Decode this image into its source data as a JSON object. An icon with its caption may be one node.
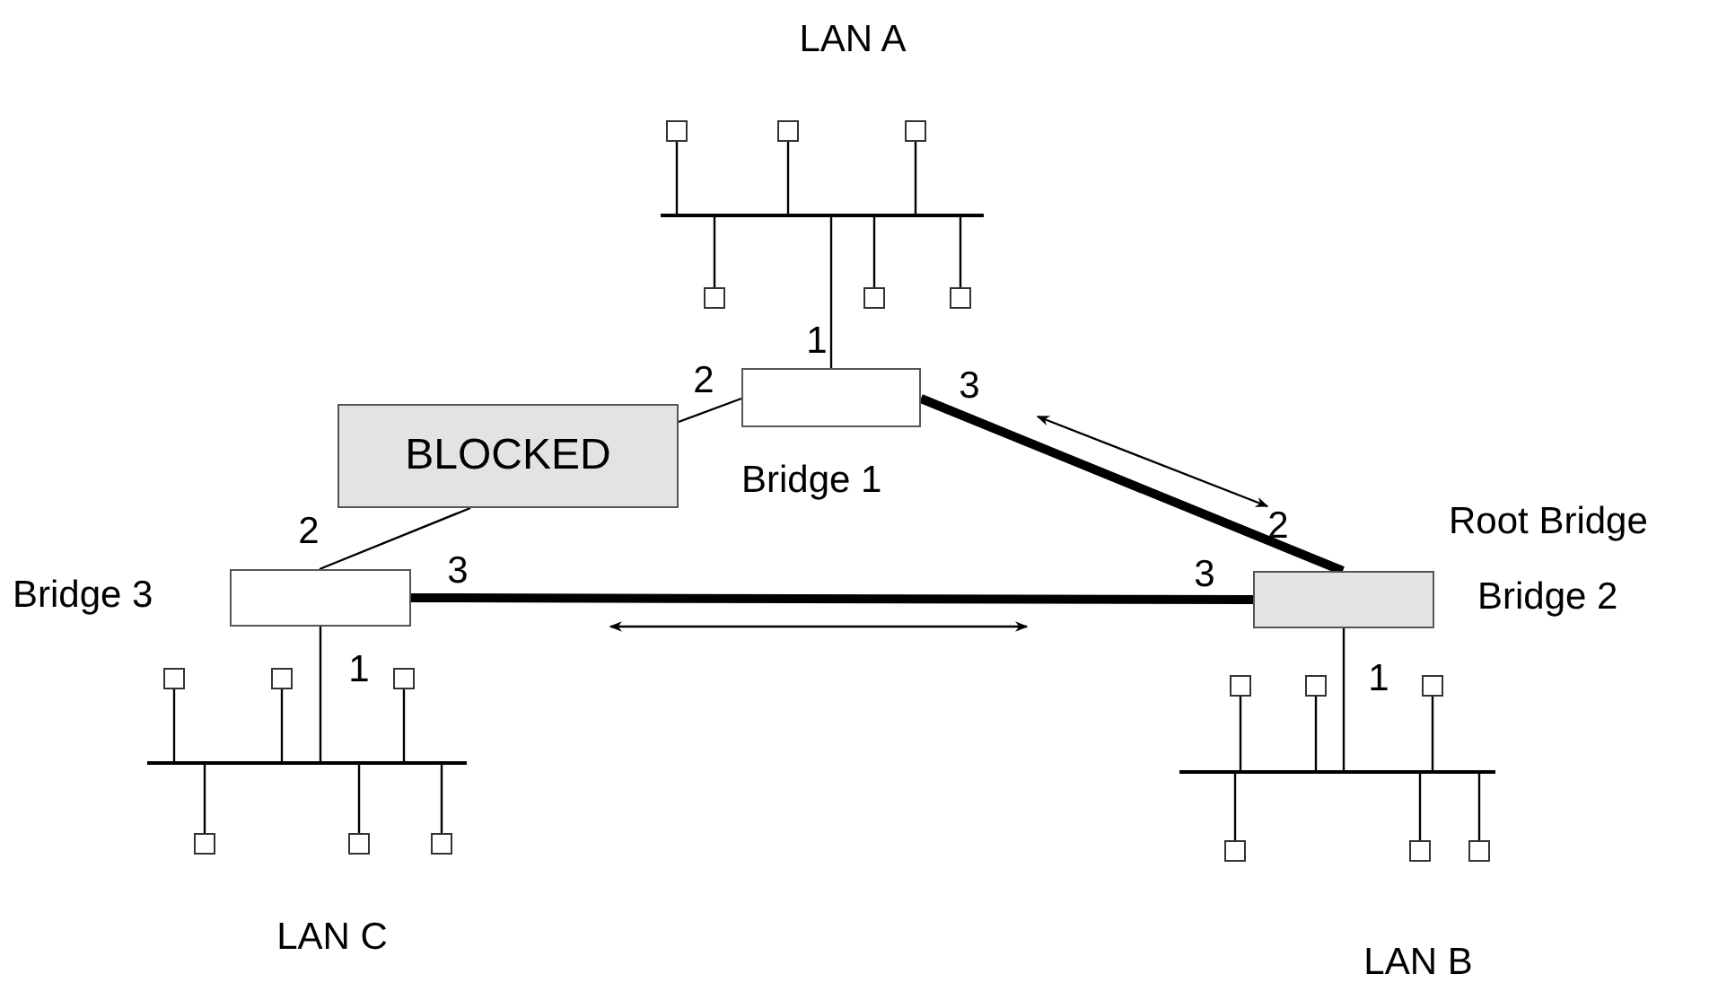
{
  "diagram": {
    "nodes": [
      {
        "text": [],
        "shape": "box"
      },
      {
        "text": [],
        "shape": "box"
      },
      {
        "text": [],
        "shape": "box"
      },
      {
        "text": [],
        "shape": "bar"
      },
      {
        "text": [],
        "shape": "box"
      },
      {
        "text": [],
        "shape": "box"
      },
      {
        "text": [],
        "shape": "box"
      },
      {
        "text": [],
        "shape": "box",
        "beside": [
          "Bridge 1"
        ]
      },
      {
        "text": [
          "BLOCKED"
        ]
      },
      {
        "text": [],
        "shape": "box",
        "beside": [
          "Bridge 3"
        ]
      },
      {
        "text": [],
        "shape": "box",
        "beside": [
          "Root Bridge",
          "Bridge 2"
        ]
      },
      {
        "text": [],
        "shape": "box"
      },
      {
        "text": [],
        "shape": "box"
      },
      {
        "text": [],
        "shape": "box"
      },
      {
        "text": [],
        "shape": "bar"
      },
      {
        "text": [],
        "shape": "box"
      },
      {
        "text": [],
        "shape": "box"
      },
      {
        "text": [],
        "shape": "box"
      },
      {
        "text": [],
        "shape": "box"
      },
      {
        "text": [],
        "shape": "box"
      },
      {
        "text": [],
        "shape": "box"
      },
      {
        "text": [],
        "shape": "bar"
      },
      {
        "text": [],
        "shape": "box"
      },
      {
        "text": [],
        "shape": "box"
      },
      {
        "text": [],
        "shape": "box"
      }
    ],
    "edges": [
      {
        "from": 0,
        "to": 3,
        "arrow": "none"
      },
      {
        "from": 1,
        "to": 3,
        "arrow": "none"
      },
      {
        "from": 2,
        "to": 3,
        "arrow": "none"
      },
      {
        "from": 3,
        "to": 4,
        "arrow": "none"
      },
      {
        "from": 3,
        "to": 5,
        "arrow": "none"
      },
      {
        "from": 3,
        "to": 6,
        "arrow": "none"
      },
      {
        "from": 3,
        "to": 7,
        "arrow": "none"
      },
      {
        "from": 7,
        "to": 8,
        "arrow": "none"
      },
      {
        "from": 8,
        "to": 9,
        "arrow": "none"
      },
      {
        "from": 7,
        "to": 10,
        "arrow": "none",
        "style": "thick"
      },
      {
        "from": 9,
        "to": 10,
        "arrow": "none",
        "style": "thick"
      },
      {
        "from": 11,
        "to": 14,
        "arrow": "none"
      },
      {
        "from": 12,
        "to": 14,
        "arrow": "none"
      },
      {
        "from": 13,
        "to": 14,
        "arrow": "none"
      },
      {
        "from": 9,
        "to": 14,
        "arrow": "none"
      },
      {
        "from": 14,
        "to": 15,
        "arrow": "none"
      },
      {
        "from": 14,
        "to": 16,
        "arrow": "none"
      },
      {
        "from": 14,
        "to": 17,
        "arrow": "none"
      },
      {
        "from": 18,
        "to": 21,
        "arrow": "none"
      },
      {
        "from": 19,
        "to": 21,
        "arrow": "none"
      },
      {
        "from": 20,
        "to": 21,
        "arrow": "none"
      },
      {
        "from": 10,
        "to": 21,
        "arrow": "none"
      },
      {
        "from": 21,
        "to": 22,
        "arrow": "none"
      },
      {
        "from": 21,
        "to": 23,
        "arrow": "none"
      },
      {
        "from": 21,
        "to": 24,
        "arrow": "none"
      }
    ],
    "labels": [
      "LAN A",
      "1",
      "2",
      "3",
      "2",
      "2",
      "3",
      "3",
      "1",
      "1",
      "LAN C",
      "LAN B"
    ]
  }
}
